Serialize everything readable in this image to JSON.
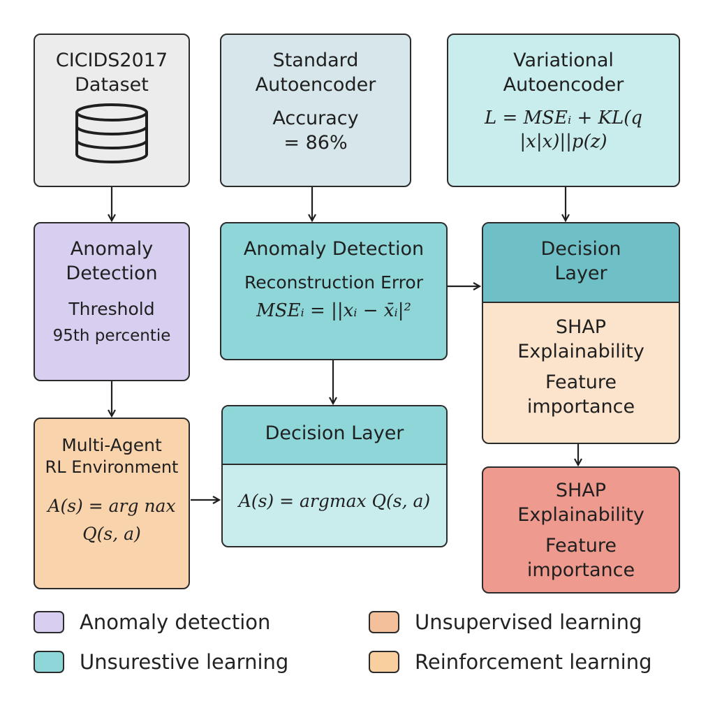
{
  "colors": {
    "gray": "#ececec",
    "purple": "#d8cff0",
    "light_blue": "#d6e6ea",
    "teal": "#8ed6d8",
    "teal_light": "#c9ecec",
    "teal_dark": "#6fbfc7",
    "peach": "#fbe4cb",
    "orange": "#f8d3ab",
    "salmon": "#ee9a8e",
    "legend_orange": "#f4bf9b",
    "legend_peach": "#f9cfa0"
  },
  "boxes": {
    "dataset": {
      "line1": "CICIDS2017",
      "line2": "Dataset",
      "icon": "database-icon"
    },
    "std_ae": {
      "line1": "Standard",
      "line2": "Autoencoder",
      "line3": "Accuracy",
      "line4": "= 86%"
    },
    "vae": {
      "line1": "Variational",
      "line2": "Autoencoder",
      "formula1": "L = MSEᵢ + KL(q",
      "formula2": "|x|x)||p(z)"
    },
    "anomaly_left": {
      "line1": "Anomaly",
      "line2": "Detection",
      "line3": "Threshold",
      "line4": "95th percentie"
    },
    "anomaly_mid": {
      "title": "Anomaly Detection",
      "line2": "Reconstruction Error",
      "formula": "MSEᵢ = ||xᵢ − x̄ᵢ|²"
    },
    "decision_right": {
      "line1": "Decision",
      "line2": "Layer",
      "line3": "SHAP",
      "line4": "Explainability",
      "line5": "Feature",
      "line6": "importance"
    },
    "marl": {
      "line1": "Multi-Agent",
      "line2": "RL Environment",
      "formula1": "A(s) = arg nax",
      "formula2": "Q(s, a)"
    },
    "decision_mid": {
      "title": "Decision Layer",
      "formula": "A(s) = argmax Q(s, a)"
    },
    "shap": {
      "line1": "SHAP",
      "line2": "Explainability",
      "line3": "Feature",
      "line4": "importance"
    }
  },
  "legend": [
    {
      "label": "Anomaly detection",
      "color": "#d8cff0"
    },
    {
      "label": "Unsurestive learning",
      "color": "#8ed6d8"
    },
    {
      "label": "Unsupervised learning",
      "color": "#f4bf9b"
    },
    {
      "label": "Reinforcement learning",
      "color": "#f9cfa0"
    }
  ]
}
